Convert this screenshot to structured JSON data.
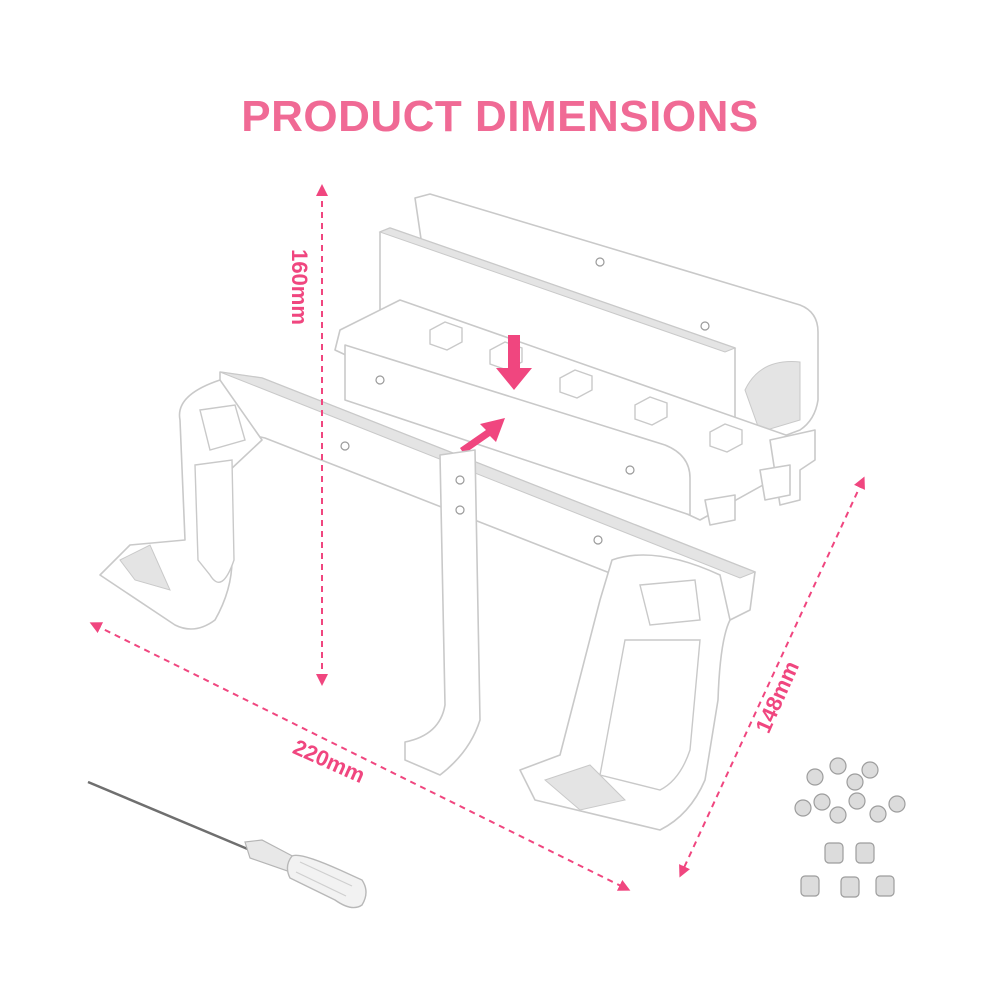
{
  "title": "PRODUCT DIMENSIONS",
  "colors": {
    "accent": "#f0467f",
    "title": "#f06a95",
    "bracket_fill": "#ffffff",
    "bracket_stroke": "#c9c9c9",
    "bracket_shade": "#e4e4e4",
    "hardware": "#dcdcdc"
  },
  "dimensions": {
    "height": "160mm",
    "width": "220mm",
    "depth": "148mm"
  },
  "icons": [
    "double-arrow-icon",
    "down-arrow-icon",
    "diagonal-arrow-icon",
    "screwdriver-icon",
    "screw-icon",
    "nut-icon"
  ]
}
